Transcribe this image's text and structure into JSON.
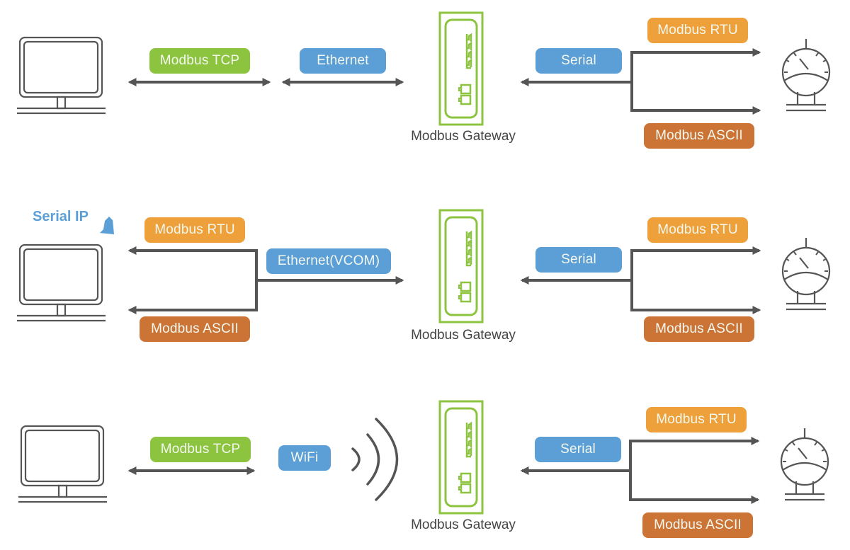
{
  "colors": {
    "green": "#8cc43f",
    "blue": "#5b9fd6",
    "orange": "#eea03b",
    "dark_orange": "#cc7436",
    "line": "#555555",
    "gateway": "#8cc43f"
  },
  "rows": [
    {
      "client_icon": "computer-monitor-icon",
      "client_protocol": "Modbus TCP",
      "transport": "Ethernet",
      "gateway_label": "Modbus Gateway",
      "serial_label": "Serial",
      "device_protocols": [
        "Modbus RTU",
        "Modbus ASCII"
      ],
      "device_icon": "gauge-meter-icon"
    },
    {
      "client_icon": "computer-monitor-icon",
      "client_annotation": "Serial IP",
      "client_protocols": [
        "Modbus RTU",
        "Modbus ASCII"
      ],
      "transport": "Ethernet(VCOM)",
      "gateway_label": "Modbus Gateway",
      "serial_label": "Serial",
      "device_protocols": [
        "Modbus RTU",
        "Modbus ASCII"
      ],
      "device_icon": "gauge-meter-icon"
    },
    {
      "client_icon": "computer-monitor-icon",
      "client_protocol": "Modbus TCP",
      "transport": "WiFi",
      "transport_icon": "wifi-signal-icon",
      "gateway_label": "Modbus Gateway",
      "serial_label": "Serial",
      "device_protocols": [
        "Modbus RTU",
        "Modbus ASCII"
      ],
      "device_icon": "gauge-meter-icon"
    }
  ]
}
